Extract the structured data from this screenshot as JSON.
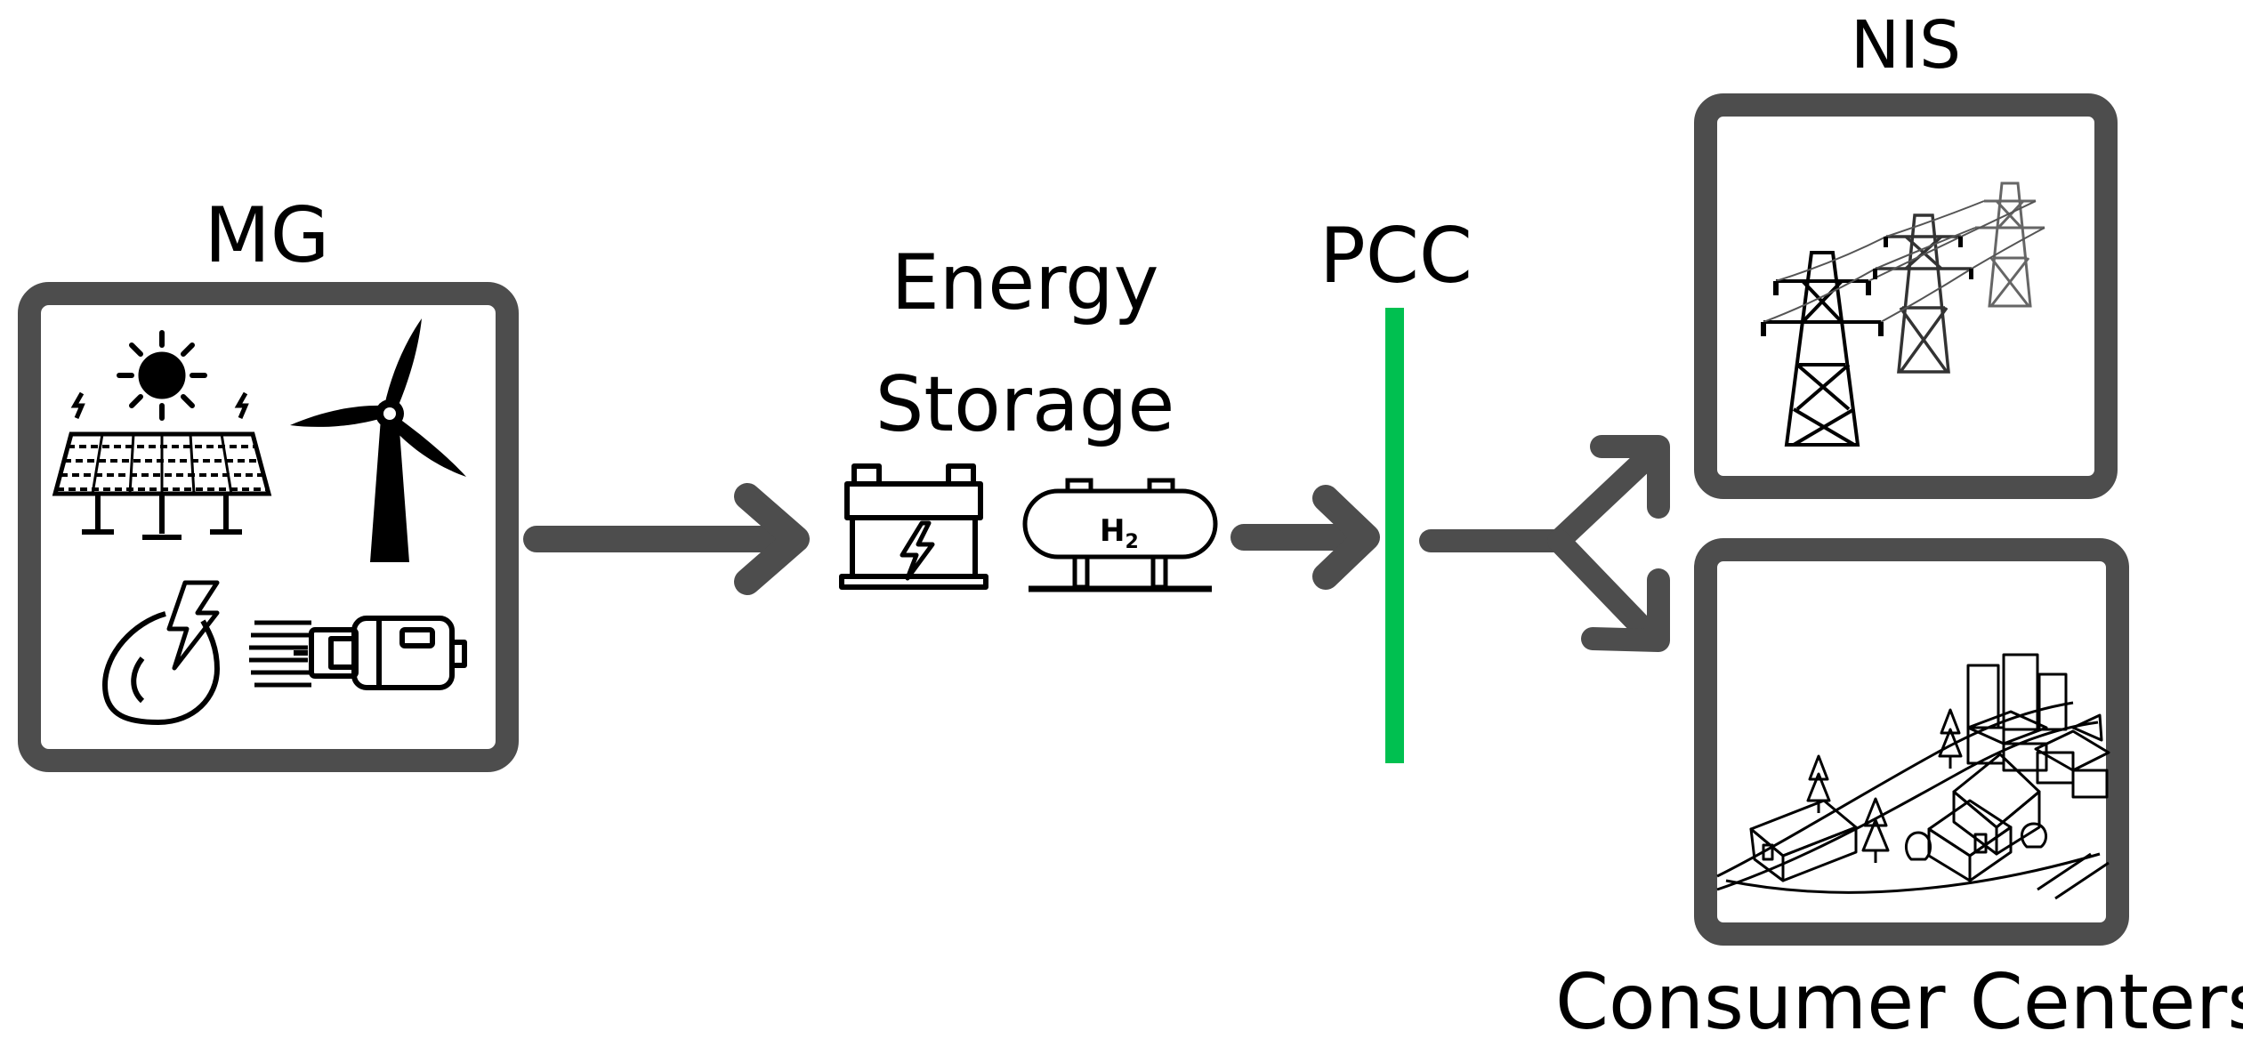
{
  "labels": {
    "mg": "MG",
    "energy_storage_line1": "Energy",
    "energy_storage_line2": "Storage",
    "pcc": "PCC",
    "nis": "NIS",
    "consumer_centers": "Consumer Centers",
    "h2": "H",
    "h2_sub": "2"
  },
  "icons": {
    "mg_box": [
      "solar-panel-icon",
      "wind-turbine-icon",
      "hydro-power-icon",
      "generator-icon"
    ],
    "storage": [
      "battery-icon",
      "hydrogen-tank-icon"
    ],
    "nis_box": "transmission-towers-icon",
    "consumer_box": "village-icon"
  },
  "colors": {
    "frame": "#4d4d4d",
    "arrow": "#4d4d4d",
    "pcc_bus": "#00c050",
    "ink": "#000000"
  }
}
